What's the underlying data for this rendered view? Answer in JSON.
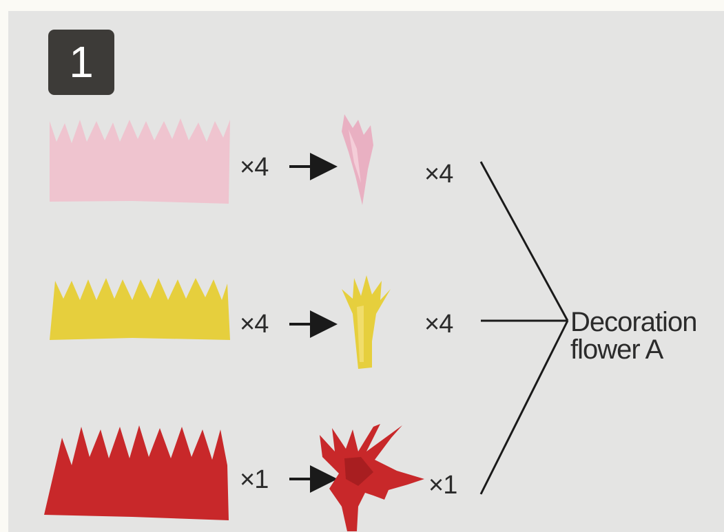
{
  "step": {
    "number": "1"
  },
  "rows": [
    {
      "strip_color": "#efc4cf",
      "strip_qty": "×4",
      "flower_qty": "×4"
    },
    {
      "strip_color": "#e6cf3d",
      "strip_qty": "×4",
      "flower_qty": "×4"
    },
    {
      "strip_color": "#c8282a",
      "strip_qty": "×1",
      "flower_qty": "×1"
    }
  ],
  "result": {
    "line1": "Decoration",
    "line2": "flower A"
  },
  "icons": {
    "arrow": "arrow-right-icon",
    "pink_strip": "pink-fringed-paper-strip",
    "yellow_strip": "yellow-fringed-paper-strip",
    "red_strip": "red-fringed-paper-strip",
    "pink_bud": "pink-rolled-bud",
    "yellow_bud": "yellow-rolled-bud",
    "red_bloom": "red-open-bloom"
  }
}
